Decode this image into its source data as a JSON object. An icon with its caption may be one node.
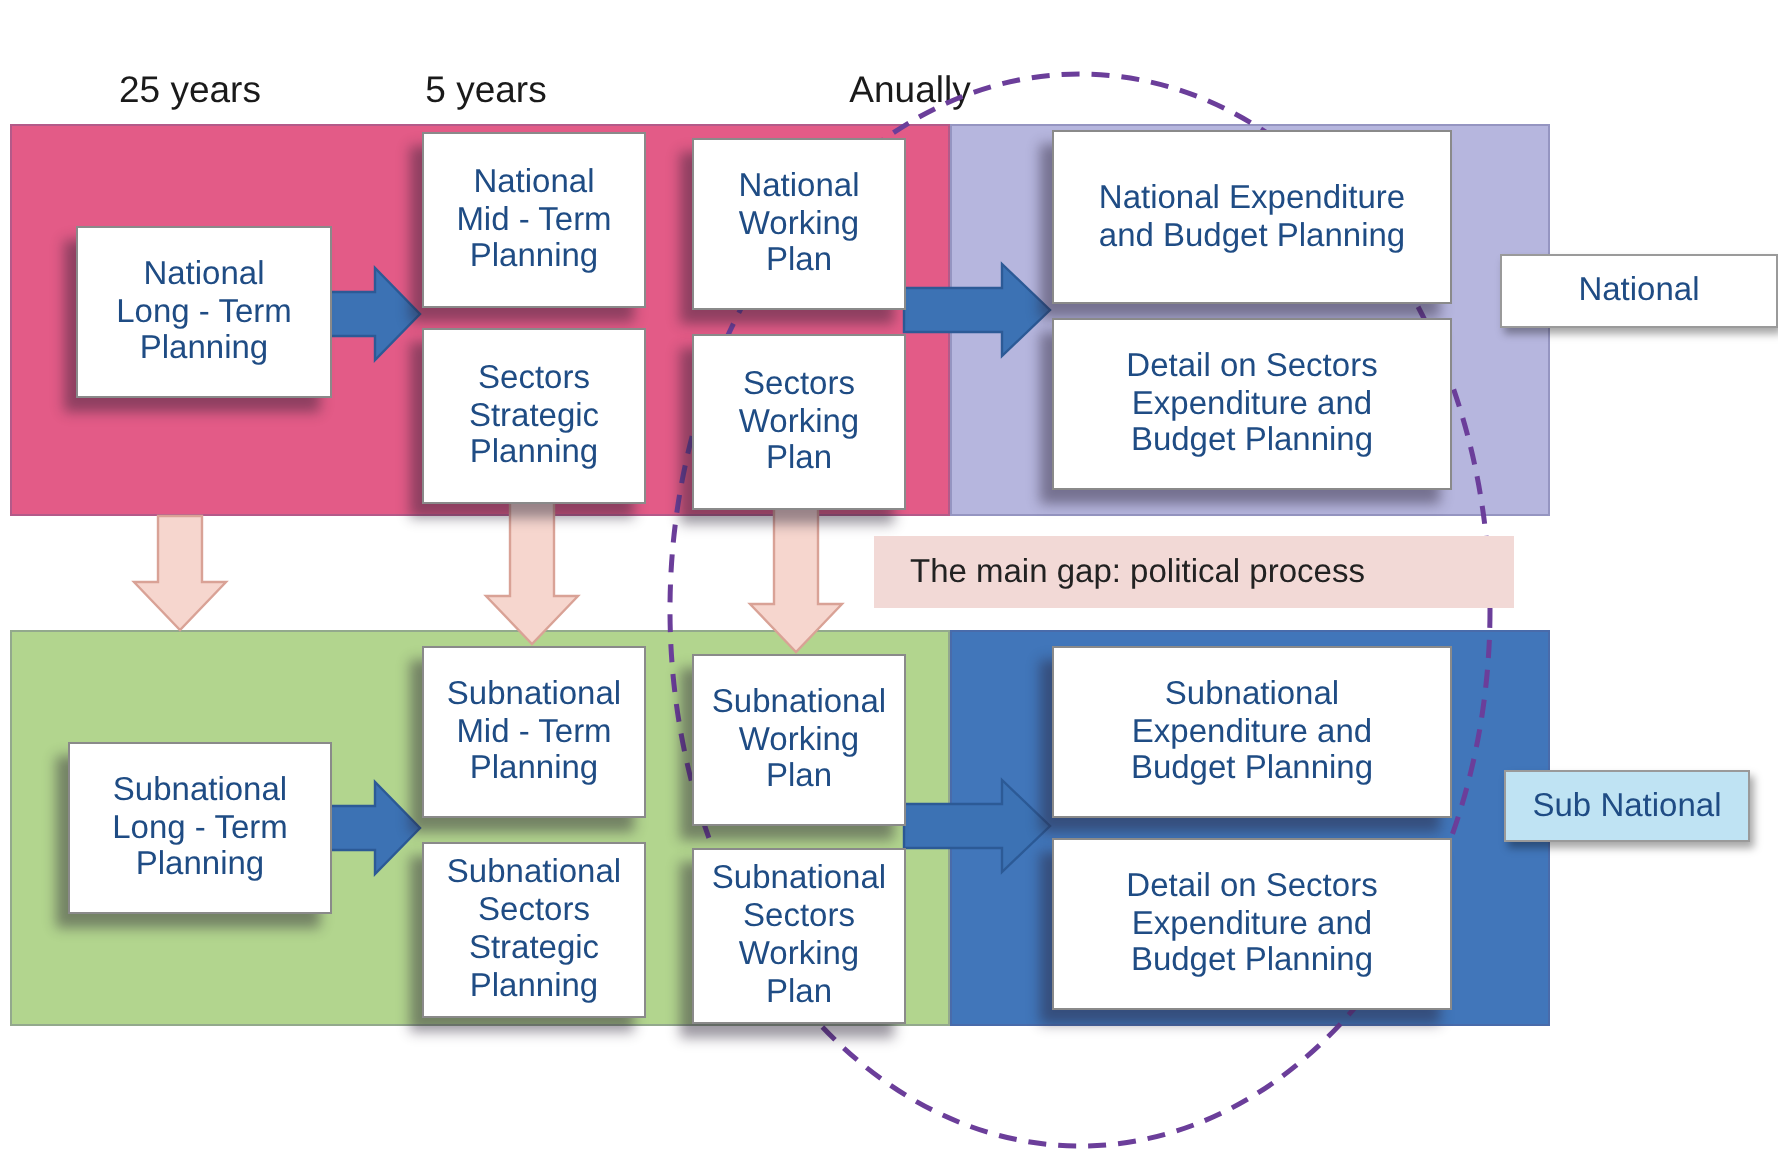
{
  "diagram": {
    "nodes": [
      {
        "text": [],
        "shape": "box"
      },
      {
        "text": [
          "National Long - Term Planning"
        ],
        "in": 0
      },
      {
        "text": [
          "National Mid - Term Planning"
        ],
        "in": 0
      },
      {
        "text": [
          "Sectors Strategic Planning"
        ],
        "in": 0
      },
      {
        "text": [
          "National Working Plan"
        ],
        "in": 0
      },
      {
        "text": [
          "Sectors Working Plan"
        ],
        "in": 0
      },
      {
        "text": [],
        "shape": "box"
      },
      {
        "text": [
          "National Expenditure and Budget Planning"
        ],
        "in": 6
      },
      {
        "text": [
          "Detail on Sectors Expenditure and Budget Planning"
        ],
        "in": 6
      },
      {
        "text": [
          "National"
        ]
      },
      {
        "text": [
          "The main gap: political process"
        ]
      },
      {
        "text": [],
        "shape": "box"
      },
      {
        "text": [
          "Subnational Long - Term Planning"
        ],
        "in": 11
      },
      {
        "text": [
          "Subnational Mid - Term Planning"
        ],
        "in": 11
      },
      {
        "text": [
          "Subnational Sectors Strategic Planning"
        ],
        "in": 11
      },
      {
        "text": [
          "Subnational Working Plan"
        ],
        "in": 11
      },
      {
        "text": [
          "Subnational Sectors Working Plan"
        ],
        "in": 11
      },
      {
        "text": [],
        "shape": "box"
      },
      {
        "text": [
          "Subnational Expenditure and Budget Planning"
        ],
        "in": 17
      },
      {
        "text": [
          "Detail on Sectors Expenditure and Budget Planning"
        ],
        "in": 17
      },
      {
        "text": [
          "Sub National"
        ]
      }
    ],
    "edges": [
      {
        "from": 1,
        "to": 2,
        "arrow": "to"
      },
      {
        "from": 1,
        "to": 3,
        "arrow": "to"
      },
      {
        "from": 4,
        "to": 7,
        "arrow": "to"
      },
      {
        "from": 5,
        "to": 8,
        "arrow": "to"
      },
      {
        "from": 0,
        "to": 11,
        "arrow": "to",
        "color": "#f6d6ce"
      },
      {
        "from": 3,
        "to": 13,
        "arrow": "to",
        "color": "#f6d6ce"
      },
      {
        "from": 5,
        "to": 15,
        "arrow": "to",
        "color": "#f6d6ce"
      },
      {
        "from": 12,
        "to": 13,
        "arrow": "to"
      },
      {
        "from": 12,
        "to": 14,
        "arrow": "to"
      },
      {
        "from": 15,
        "to": 18,
        "arrow": "to"
      },
      {
        "from": 16,
        "to": 19,
        "arrow": "to"
      }
    ],
    "labels": [
      "25 years",
      "5 years",
      "Anually"
    ]
  }
}
